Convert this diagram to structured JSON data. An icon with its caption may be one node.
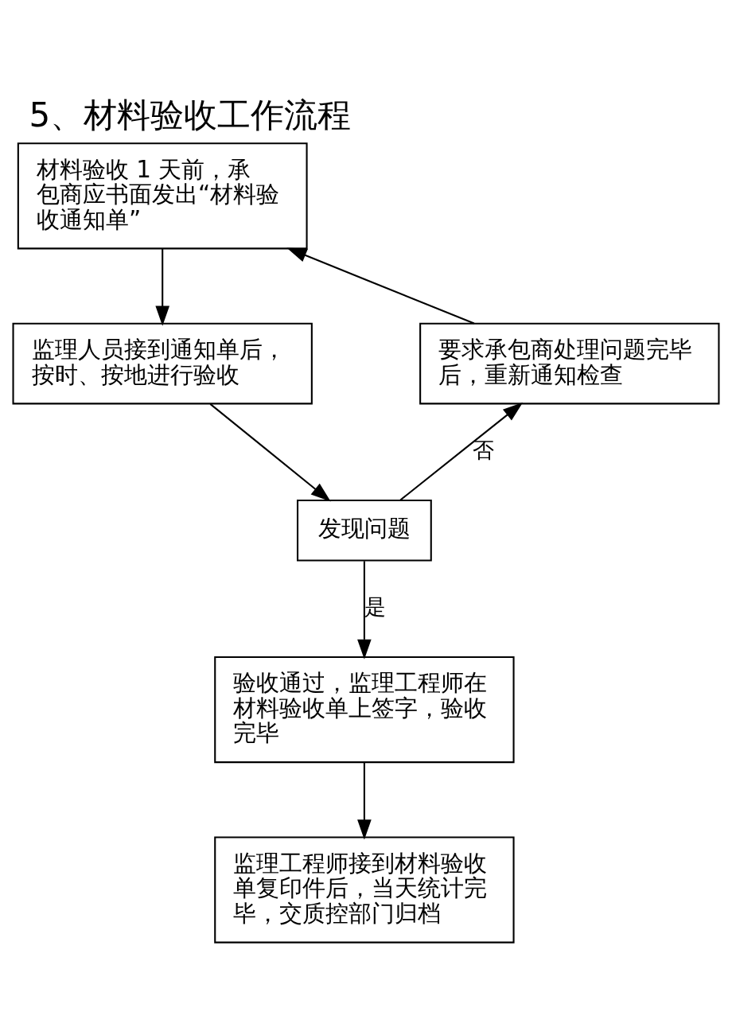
{
  "diagram": {
    "title": "5、材料验收工作流程",
    "nodes": [
      {
        "text": [
          "材料验收 1 天前，承包商应书面发出“材料验收通知单”"
        ]
      },
      {
        "text": [
          "监理人员接到通知单后，按时、按地进行验收"
        ]
      },
      {
        "text": [
          "发现问题"
        ]
      },
      {
        "text": [
          "要求承包商处理问题完毕后，重新通知检查"
        ]
      },
      {
        "text": [
          "验收通过，监理工程师在材料验收单上签字，验收完毕"
        ]
      },
      {
        "text": [
          "监理工程师接到材料验收单复印件后，当天统计完毕，交质控部门归档"
        ]
      }
    ],
    "edges": [
      {
        "from": 0,
        "to": 1,
        "arrow": "to"
      },
      {
        "from": 1,
        "to": 2,
        "arrow": "to"
      },
      {
        "from": 2,
        "to": 3,
        "arrow": "to",
        "label": "否"
      },
      {
        "from": 3,
        "to": 0,
        "arrow": "to"
      },
      {
        "from": 2,
        "to": 4,
        "arrow": "to",
        "label": "是"
      },
      {
        "from": 4,
        "to": 5,
        "arrow": "to"
      }
    ]
  }
}
